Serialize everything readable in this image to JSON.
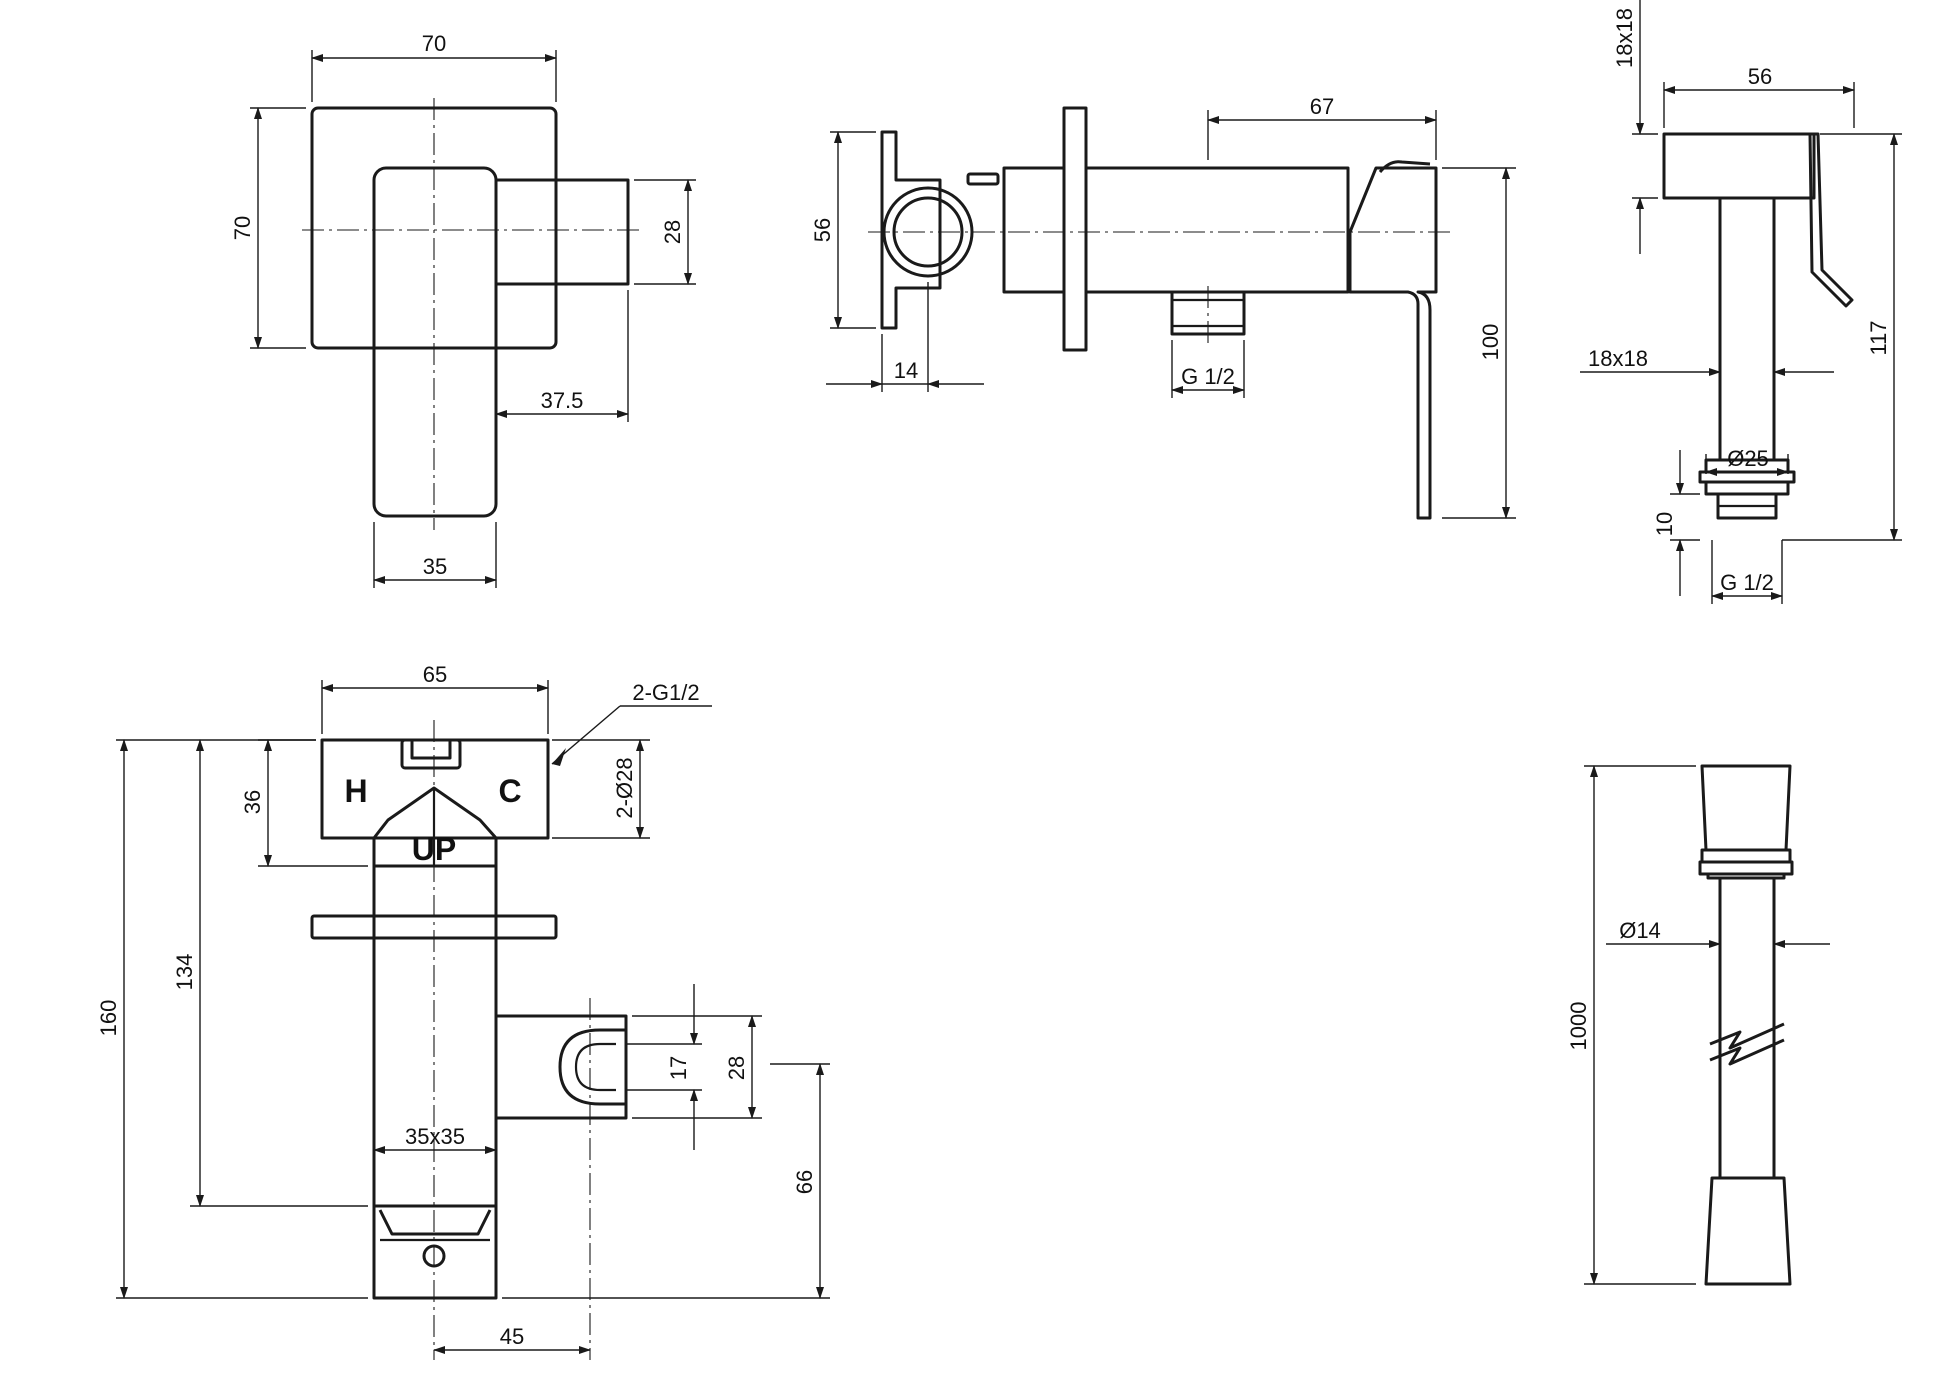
{
  "dimensions": {
    "top_view": {
      "width": "70",
      "height": "70",
      "outlet": "28",
      "depth": "37.5",
      "body": "35"
    },
    "side_view": {
      "flange": "56",
      "flange_offset": "14",
      "length": "67",
      "handle_height": "100",
      "thread": "G 1/2"
    },
    "handshower": {
      "head": "18x18",
      "width": "56",
      "stem": "18x18",
      "height": "117",
      "diameter": "Ø25",
      "nut": "10",
      "thread": "G 1/2"
    },
    "valve": {
      "top_width": "65",
      "inlets": "2-G1/2",
      "inlet_dia": "2-Ø28",
      "box_height": "36",
      "total": "160",
      "body_height": "134",
      "holder_inner": "17",
      "holder_outer": "28",
      "holder_height": "66",
      "body_section": "35x35",
      "holder_offset": "45"
    },
    "hose": {
      "diameter": "Ø14",
      "length": "1000"
    }
  },
  "marks": {
    "hot": "H",
    "cold": "C",
    "up": "UP"
  },
  "colors": {
    "line": "#1a1a1a",
    "background": "#ffffff"
  }
}
